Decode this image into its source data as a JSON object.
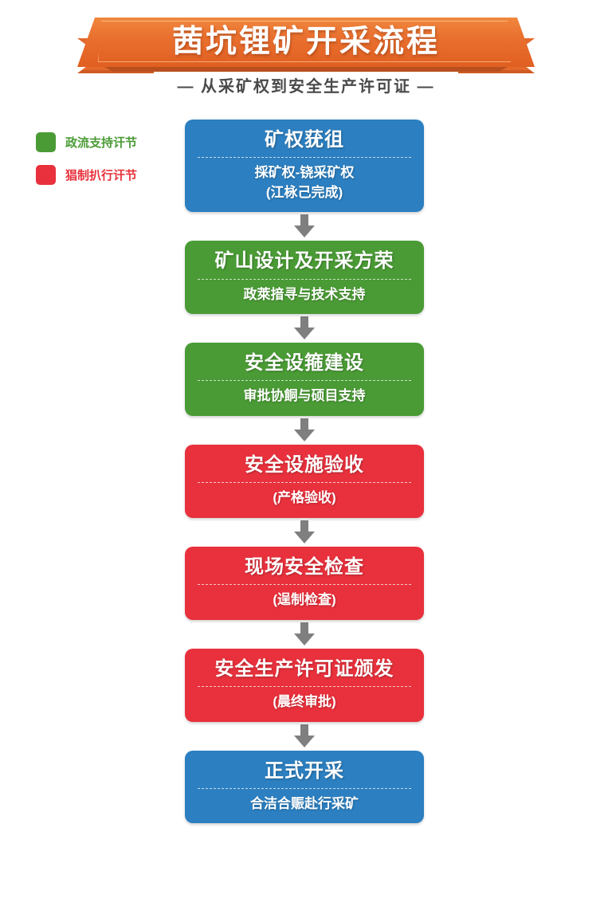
{
  "banner": {
    "title": "茜坑锂矿开采流程",
    "subtitle": "— 从采矿权到安全生产许可证 —",
    "ribbon_color": "#ea7130",
    "ribbon_dark_color": "#cf5a22",
    "subtitle_color": "#4a4a4a"
  },
  "legend": {
    "items": [
      {
        "label": "政流支持讦节",
        "color": "#4A9B35",
        "text_color": "#4A9B35"
      },
      {
        "label": "猖制扒行讦节",
        "color": "#E8313C",
        "text_color": "#E8313C"
      }
    ]
  },
  "flow": {
    "arrow_color": "#7f7f7f",
    "steps": [
      {
        "title": "矿权莸徂",
        "sub": "採矿权-铙采矿权\n(江栐己完成)",
        "sub_line1": "採矿权-铙采矿权",
        "sub_line2": "(江栐己完成)",
        "color": "#2C7FC0",
        "category": "常规环节"
      },
      {
        "title": "矿山设计及开采方荣",
        "sub_line1": "政萊揞寻与技术支持",
        "sub_line2": "",
        "color": "#4A9B35",
        "category": "政策支持环节"
      },
      {
        "title": "安全设箍建设",
        "sub_line1": "审批协餇与硕目支持",
        "sub_line2": "",
        "color": "#4A9B35",
        "category": "政策支持环节"
      },
      {
        "title": "安全设施验收",
        "sub_line1": "(产格验收)",
        "sub_line2": "",
        "color": "#E8313C",
        "category": "强制执行环节"
      },
      {
        "title": "现场安全检查",
        "sub_line1": "(逞制检查)",
        "sub_line2": "",
        "color": "#E8313C",
        "category": "强制执行环节"
      },
      {
        "title": "安全生产许可证颁发",
        "sub_line1": "(晨终审批)",
        "sub_line2": "",
        "color": "#E8313C",
        "category": "强制执行环节"
      },
      {
        "title": "正式开采",
        "sub_line1": "合洁合赈赴行采矿",
        "sub_line2": "",
        "color": "#2C7FC0",
        "category": "常规环节"
      }
    ]
  }
}
